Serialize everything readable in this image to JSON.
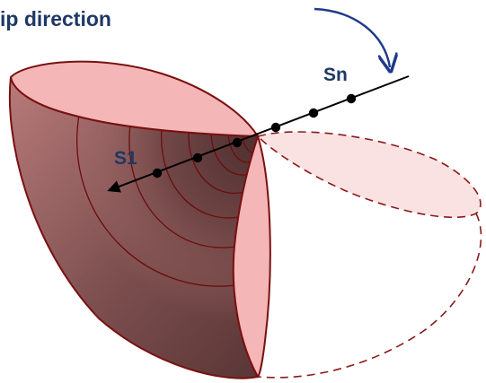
{
  "labels": {
    "title": "ip direction",
    "start": "S1",
    "end": "Sn"
  },
  "colors": {
    "title": "#1f3864",
    "label": "#1f3864",
    "curved_arrow": "#1f3a8a",
    "outline": "#7a1010",
    "fill_light": "#f4b6b6",
    "fill_ghost": "#fbe2e2",
    "interior_dark": "#5c3a3a",
    "interior_light": "#a86868",
    "axis": "#000000"
  }
}
